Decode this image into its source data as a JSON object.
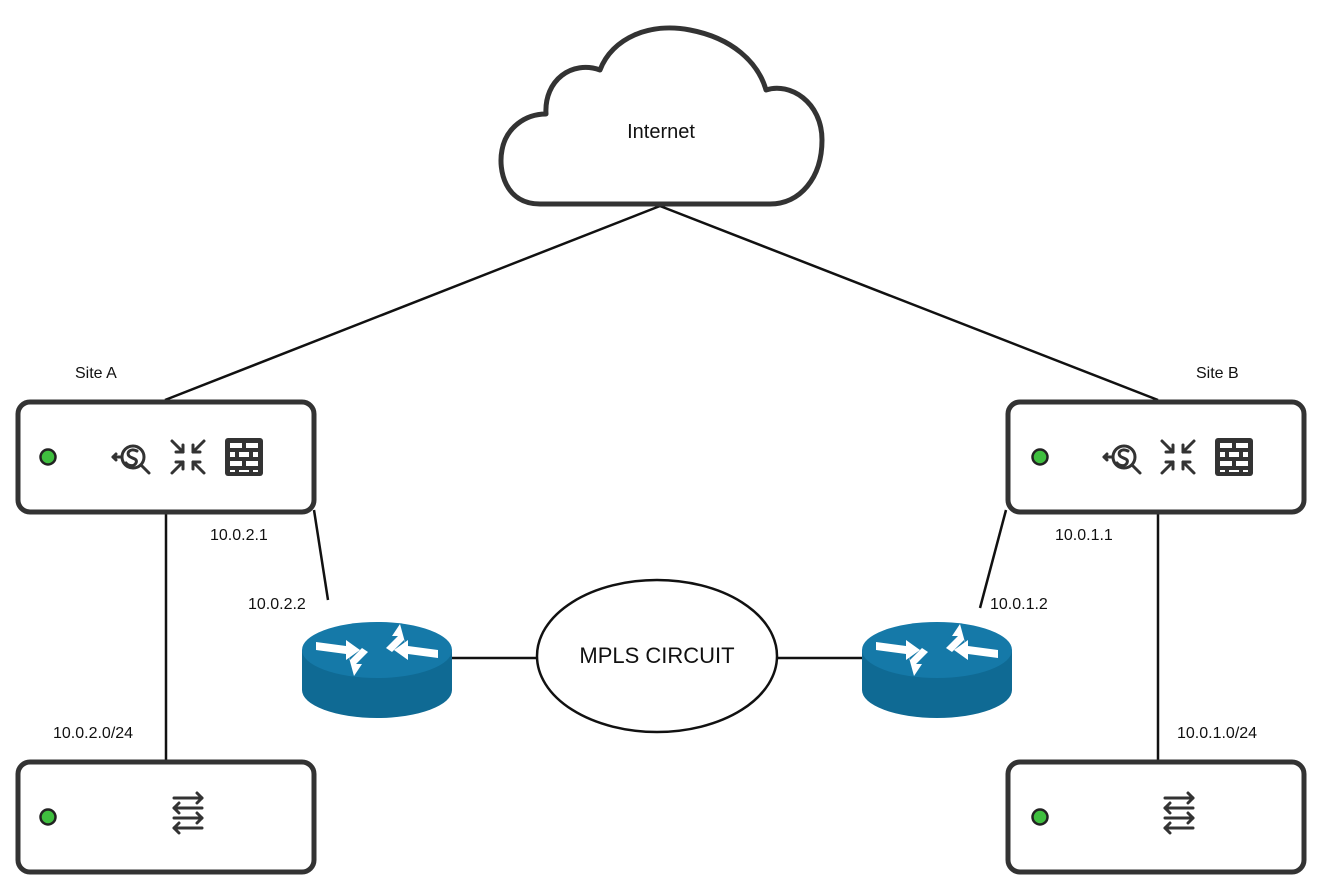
{
  "diagram": {
    "cloud": {
      "label": "Internet"
    },
    "mpls": {
      "label": "MPLS CIRCUIT"
    },
    "site_a": {
      "label": "Site A",
      "firewall_ip": "10.0.2.1",
      "router_ip": "10.0.2.2",
      "subnet": "10.0.2.0/24"
    },
    "site_b": {
      "label": "Site B",
      "firewall_ip": "10.0.1.1",
      "router_ip": "10.0.1.2",
      "subnet": "10.0.1.0/24"
    },
    "icons": {
      "status": "status-led-icon",
      "sdwan": "sdwan-search-icon",
      "compress": "compress-arrows-icon",
      "firewall": "brick-wall-icon",
      "switch": "switch-arrows-icon",
      "router": "router-icon"
    },
    "colors": {
      "router": "#0f6a94",
      "router_top": "#1579a8",
      "status_led": "#3fbf3f",
      "outline": "#333333"
    }
  }
}
